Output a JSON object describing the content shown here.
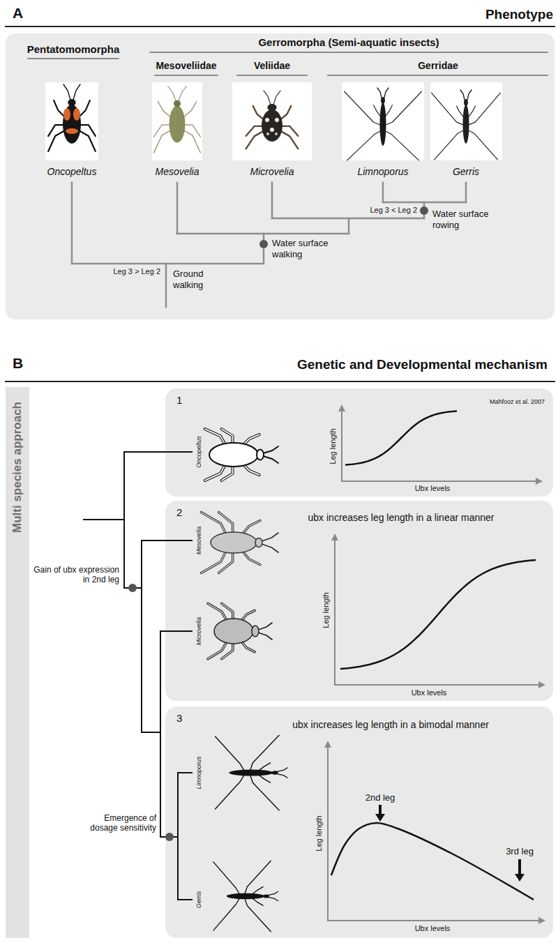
{
  "diagram": {
    "nodes": [
      {
        "text": [
          "A",
          "Phenotype"
        ]
      },
      {
        "text": [
          "Multi species approach"
        ]
      },
      {
        "text": [
          "1",
          "Mahfooz et al. 2007"
        ]
      },
      {
        "text": [
          "2",
          "ubx increases leg length in a linear manner"
        ]
      },
      {
        "text": [
          "3",
          "ubx increases leg length in a bimodal manner"
        ]
      }
    ],
    "labels": [
      "Pentatomomorpha",
      "Gerromorpha (Semi-aquatic insects)",
      "Mesoveliidae",
      "Veliidae",
      "Gerridae",
      "Oncopeltus",
      "Mesovelia",
      "Microvelia",
      "Limnoporus",
      "Gerris",
      "Leg 3 < Leg 2",
      "Water surface rowing",
      "Water surface walking",
      "Leg 3 > Leg 2",
      "Ground walking",
      "B",
      "Genetic and Developmental mechanism",
      "Gain of ubx expression in 2nd leg",
      "Emergence of dosage sensitivity",
      "Oncopeltus",
      "Mesovelia",
      "Microvelia",
      "Limnoporus",
      "Gerris",
      "Leg length",
      "Ubx levels",
      "Leg length",
      "Ubx levels",
      "Leg length",
      "Ubx levels",
      "2nd leg",
      "3rd leg"
    ]
  }
}
